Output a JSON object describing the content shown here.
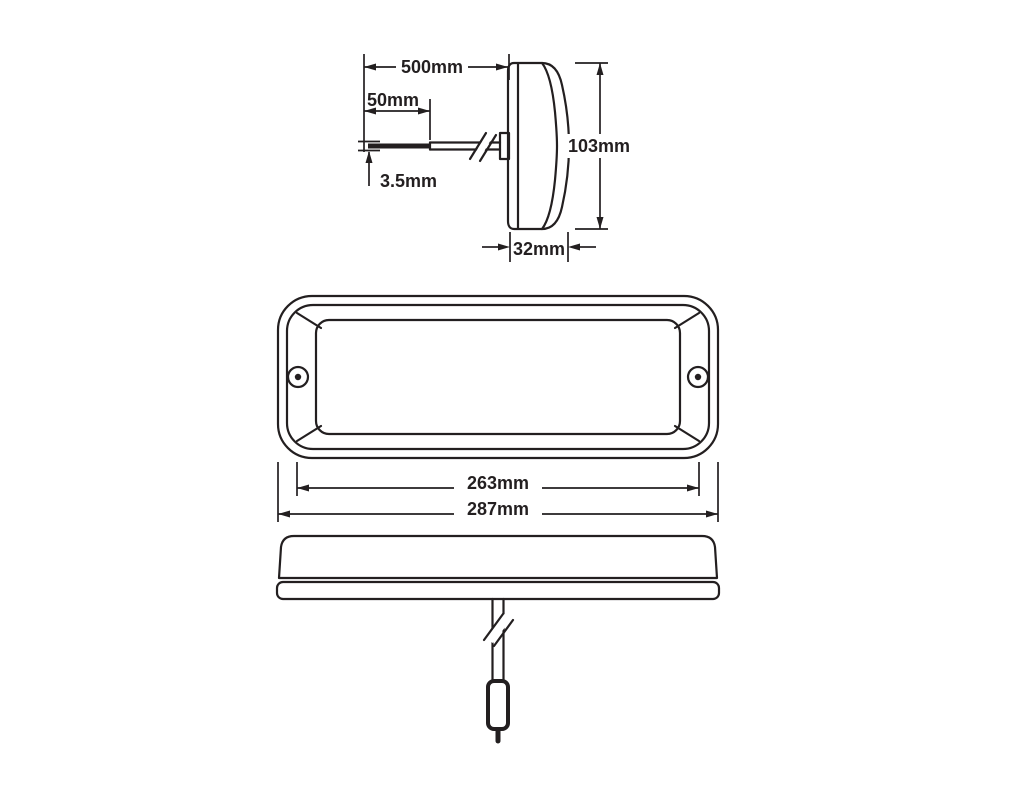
{
  "dimensions": {
    "cable_length": "500mm",
    "strip_length": "50mm",
    "wire_diameter": "3.5mm",
    "height": "103mm",
    "depth": "32mm",
    "hole_spacing": "263mm",
    "overall_width": "287mm"
  },
  "colors": {
    "line": "#231f20",
    "background": "#ffffff"
  }
}
